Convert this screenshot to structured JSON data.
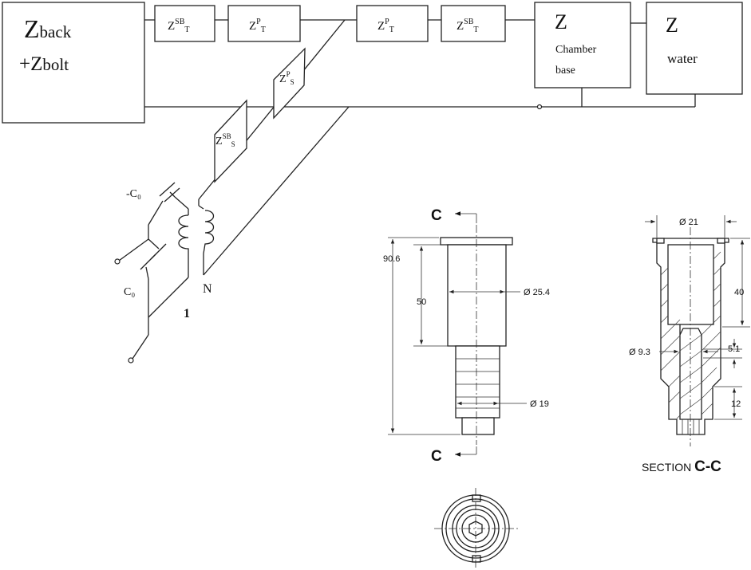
{
  "circuit": {
    "source_box": {
      "line1_main": "Z",
      "line1_sub": "back",
      "line2_main": "+Z",
      "line2_sub": "bolt"
    },
    "top_chain": [
      {
        "base": "Z",
        "sup": "SB",
        "sub": "T"
      },
      {
        "base": "Z",
        "sup": "P",
        "sub": "T"
      },
      {
        "base": "Z",
        "sup": "P",
        "sub": "T"
      },
      {
        "base": "Z",
        "sup": "SB",
        "sub": "T"
      }
    ],
    "slant_boxes": [
      {
        "base": "Z",
        "sup": "P",
        "sub": "S"
      },
      {
        "base": "Z",
        "sup": "SB",
        "sub": "S"
      }
    ],
    "chamber": {
      "title": "Z",
      "line1": "Chamber",
      "line2": "base"
    },
    "water": {
      "title": "Z",
      "line1": "water"
    },
    "capacitor_top_label": "-C₀",
    "capacitor_bottom_label": "C₀",
    "turns_primary": "1",
    "turns_secondary": "N"
  },
  "drawing": {
    "section_mark": "C",
    "dims_front": [
      "90.6",
      "50",
      "Ø 25.4",
      "Ø 19"
    ],
    "dims_section": [
      "Ø 21",
      "40",
      "Ø 9.3",
      "5.1",
      "12"
    ],
    "section_label_prefix": "SECTION ",
    "section_label_id": "C-C"
  }
}
